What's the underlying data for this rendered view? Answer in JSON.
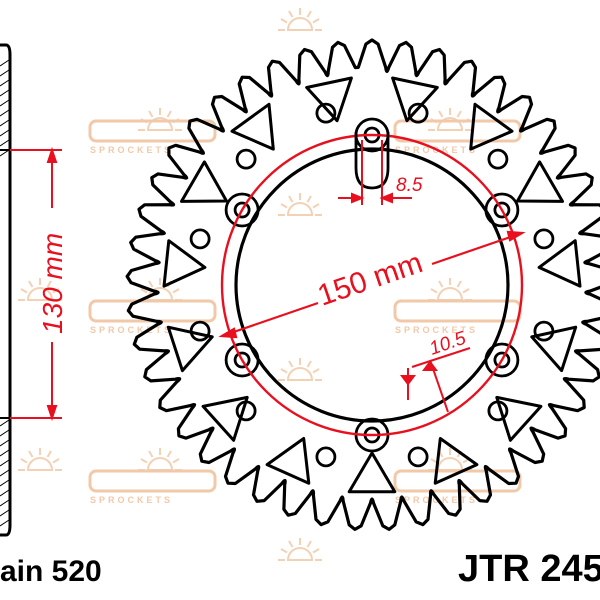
{
  "dimensions": {
    "pcd_label": "150 mm",
    "bore_label": "130 mm",
    "hole_label": "10.5",
    "slot_label": "8.5"
  },
  "chain": {
    "label": "ain 520"
  },
  "part": {
    "number": "JTR 245"
  },
  "watermark": {
    "brand_text": "SPROCKETS",
    "logo_icon": "jt-sun-logo-icon"
  },
  "colors": {
    "dimension": "#e8101e",
    "outline": "#000000",
    "watermark": "#f2c9a8"
  },
  "sprocket": {
    "teeth": 45,
    "bolt_holes": 6
  }
}
